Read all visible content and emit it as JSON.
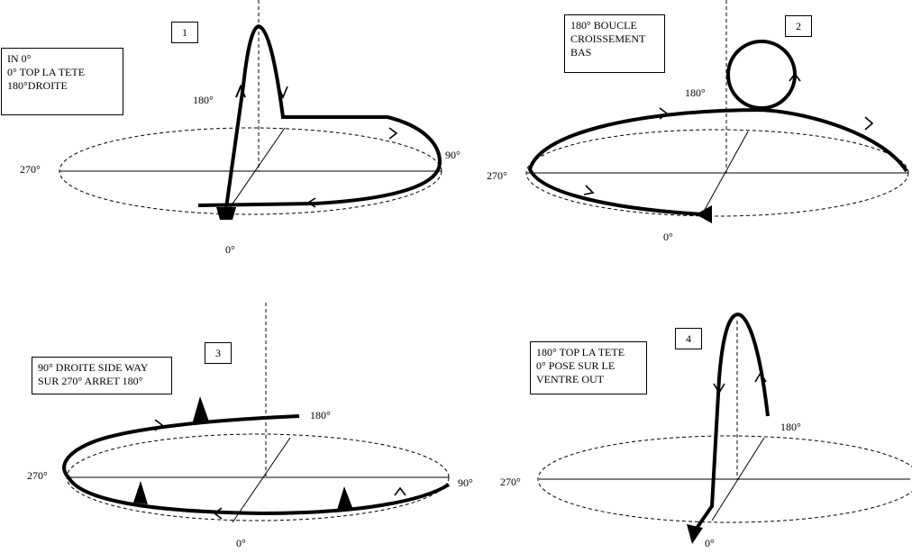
{
  "panels": [
    {
      "number": "1",
      "note": "IN 0°\n0° TOP LA TETE\n180°DROITE",
      "labels": {
        "a270": "270°",
        "a90": "90°",
        "a180": "180°",
        "a0": "0°"
      }
    },
    {
      "number": "2",
      "note": "180° BOUCLE\nCROISSEMENT\nBAS",
      "labels": {
        "a270": "270°",
        "a180": "180°",
        "a0": "0°"
      }
    },
    {
      "number": "3",
      "note": "90° DROITE SIDE WAY\nSUR 270° ARRET 180°",
      "labels": {
        "a270": "270°",
        "a90": "90°",
        "a180": "180°",
        "a0": "0°"
      }
    },
    {
      "number": "4",
      "note": "180° TOP LA TETE\n0° POSE SUR LE\nVENTRE OUT",
      "labels": {
        "a270": "270°",
        "a180": "180°",
        "a0": "0°"
      }
    }
  ]
}
